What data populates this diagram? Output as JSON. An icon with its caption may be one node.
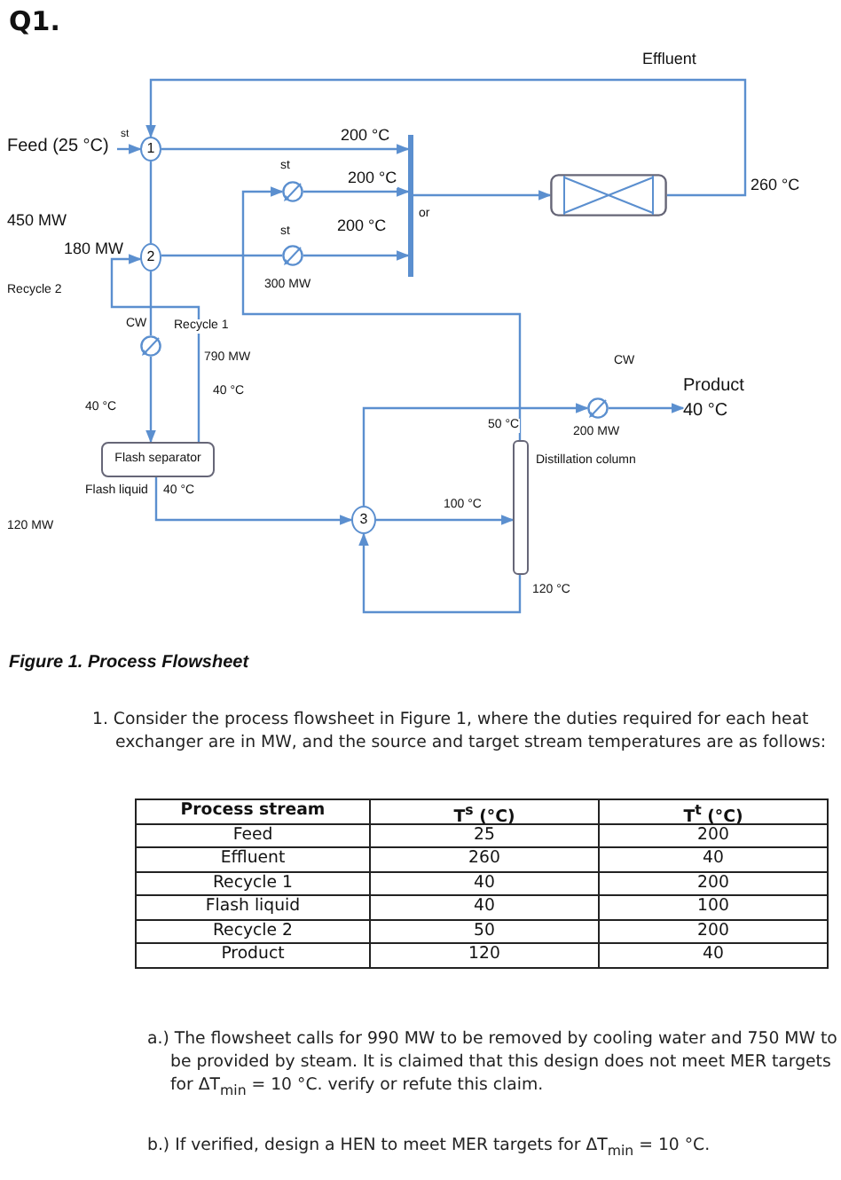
{
  "diagram": {
    "title": "Q1.",
    "caption": "Figure 1. Process Flowsheet",
    "nodes": [
      {
        "text": [
          "Feed (25 °C)"
        ]
      },
      {
        "text": [
          "1"
        ]
      },
      {
        "text": [
          "2"
        ]
      },
      {
        "text": [],
        "shape": "circle",
        "beside": [
          "st"
        ]
      },
      {
        "text": [],
        "shape": "circle",
        "beside": [
          "st",
          "300 MW"
        ]
      },
      {
        "text": [],
        "shape": "bar",
        "beside": [
          "or"
        ]
      },
      {
        "text": [],
        "shape": "box"
      },
      {
        "text": [],
        "shape": "circle",
        "beside": [
          "CW",
          "790 MW"
        ]
      },
      {
        "text": [
          "Flash separator"
        ]
      },
      {
        "text": [
          "3"
        ]
      },
      {
        "text": [
          "Distillation column"
        ]
      },
      {
        "text": [],
        "shape": "circle",
        "beside": [
          "CW",
          "200 MW"
        ]
      },
      {
        "text": [
          "Product",
          "40 °C"
        ]
      }
    ],
    "edges": [
      {
        "from": 0,
        "to": 1,
        "arrow": "to"
      },
      {
        "from": 1,
        "to": 5,
        "arrow": "to",
        "label": "200 °C"
      },
      {
        "from": 3,
        "to": 5,
        "arrow": "to",
        "label": "200 °C"
      },
      {
        "from": 4,
        "to": 5,
        "arrow": "to",
        "label": "200 °C"
      },
      {
        "from": 5,
        "to": 6,
        "arrow": "to"
      },
      {
        "from": 6,
        "to": 1,
        "arrow": "to",
        "label": "Effluent"
      },
      {
        "from": 1,
        "to": 2,
        "arrow": "none"
      },
      {
        "from": 2,
        "to": 4,
        "arrow": "none"
      },
      {
        "from": 2,
        "to": 7,
        "arrow": "none"
      },
      {
        "from": 7,
        "to": 8,
        "arrow": "to",
        "label": "40 °C"
      },
      {
        "from": 8,
        "to": 2,
        "arrow": "to",
        "label": "Recycle 1"
      },
      {
        "from": 8,
        "to": 9,
        "arrow": "to",
        "label": "Flash liquid"
      },
      {
        "from": 9,
        "to": 10,
        "arrow": "to",
        "label": "100 °C"
      },
      {
        "from": 10,
        "to": 3,
        "arrow": "to",
        "label": "50 °C"
      },
      {
        "from": 10,
        "to": 9,
        "arrow": "to",
        "label": "120 °C"
      },
      {
        "from": 9,
        "to": 11,
        "arrow": "to"
      },
      {
        "from": 11,
        "to": 12,
        "arrow": "to"
      }
    ],
    "labels": [
      "st",
      "450 MW",
      "180 MW",
      "260 °C",
      "Recycle 2",
      "40 °C",
      "40 °C",
      "120 MW",
      "1. Consider the process flowsheet in Figure 1, where the duties required for each heat exchanger are in MW, and the source and target stream temperatures are as follows:",
      "Process stream",
      "T$^{s}$ (°C)",
      "T$^{t}$ (°C)",
      "Feed",
      "25",
      "200",
      "Effluent",
      "260",
      "40",
      "Recycle 1",
      "40",
      "200",
      "Flash liquid",
      "40",
      "100",
      "Recycle 2",
      "50",
      "200",
      "Product",
      "120",
      "40",
      "a.) The flowsheet calls for 990 MW to be removed by cooling water and 750 MW to be provided by steam. It is claimed that this design does not meet MER targets for ΔT$_{min}$ = 10 °C. verify or refute this claim.",
      "b.) If verified, design a HEN to meet MER targets for ΔT$_{min}$ = 10 °C."
    ]
  }
}
